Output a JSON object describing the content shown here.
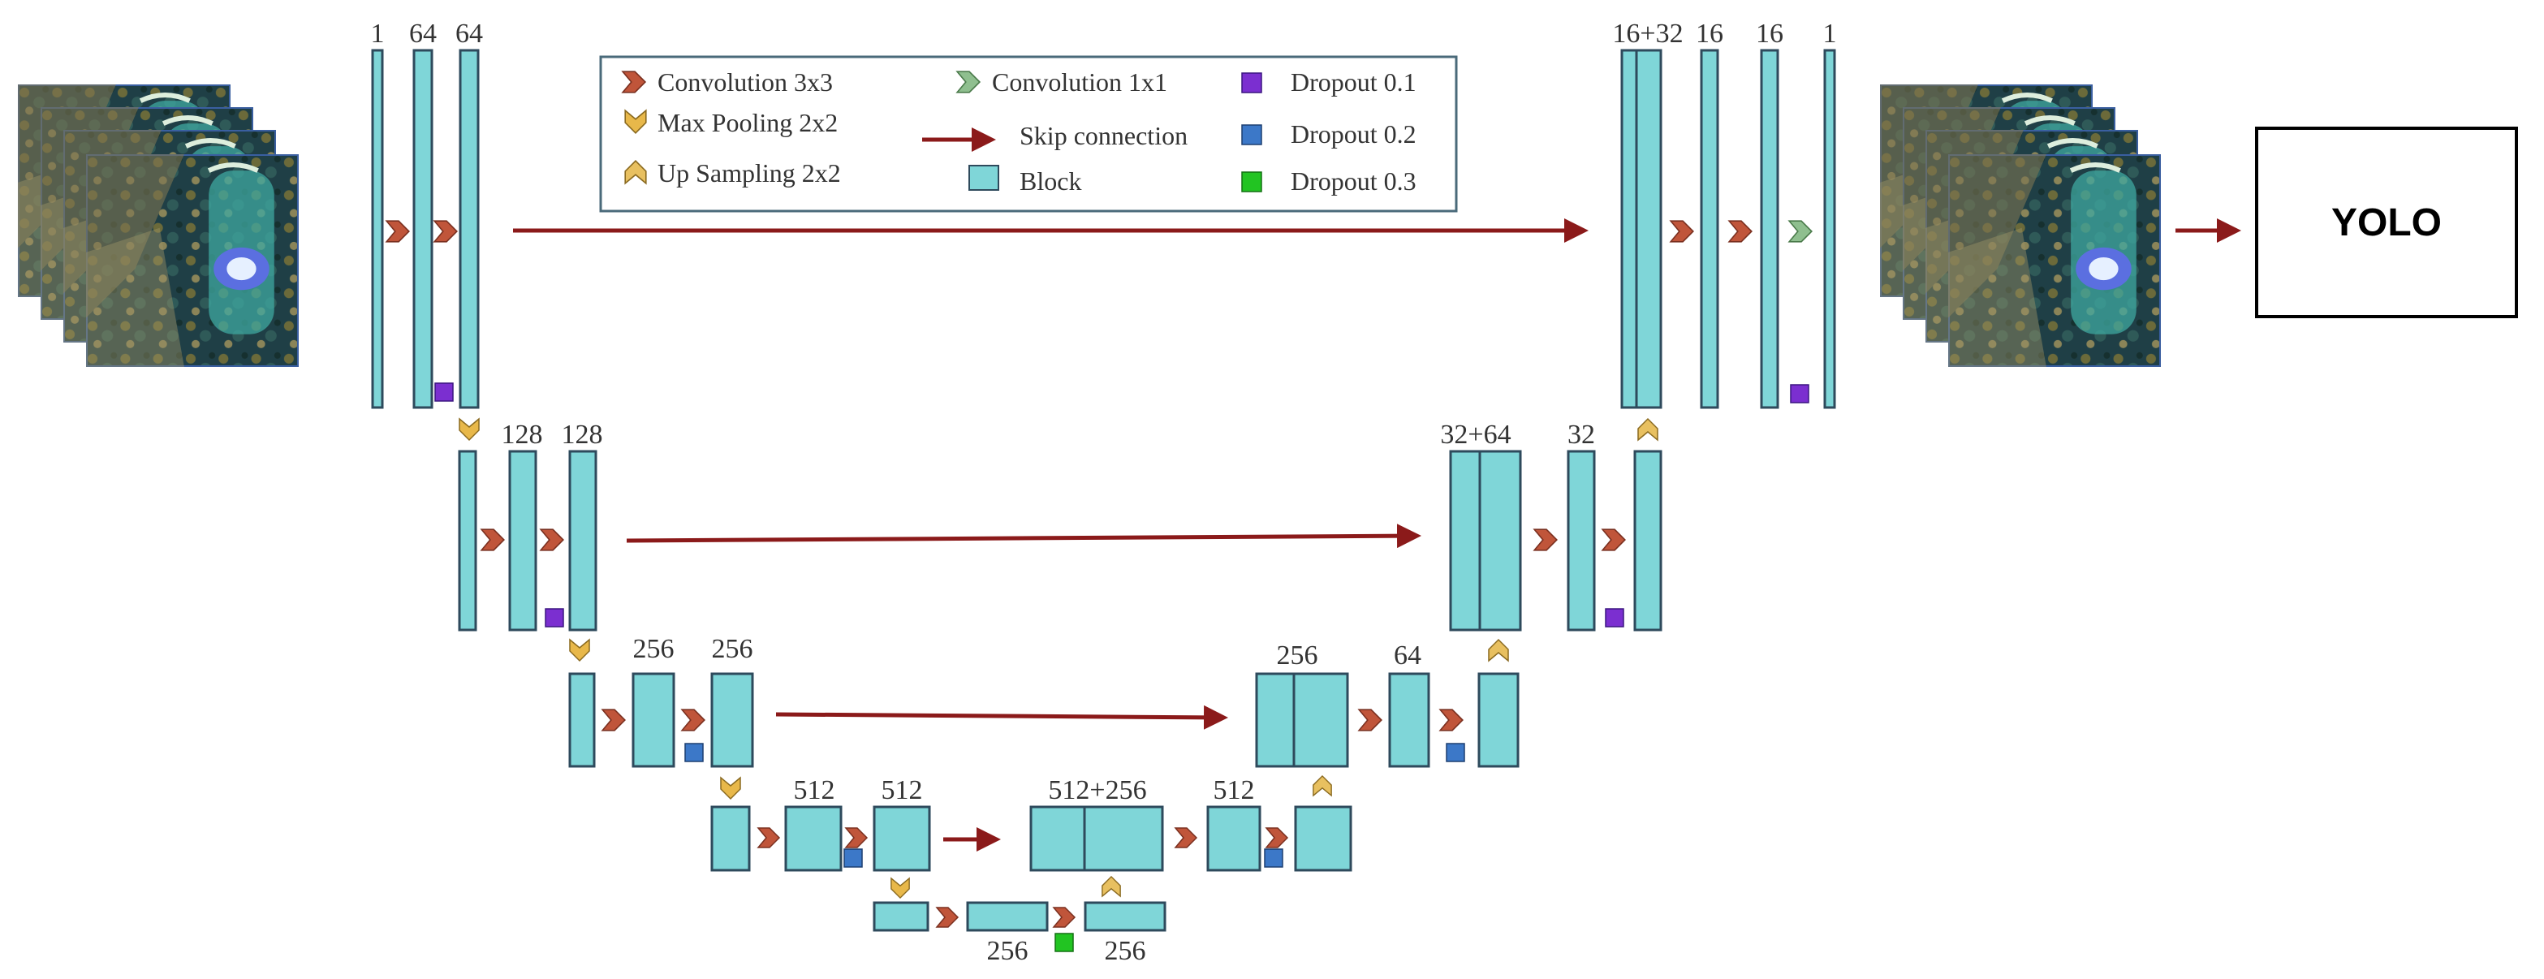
{
  "legend": {
    "conv3": "Convolution 3x3",
    "conv1": "Convolution 1x1",
    "dropout1": "Dropout 0.1",
    "maxpool": "Max Pooling 2x2",
    "skip": "Skip connection",
    "dropout2": "Dropout 0.2",
    "upsample": "Up Sampling 2x2",
    "block": "Block",
    "dropout3": "Dropout 0.3"
  },
  "labels": {
    "enc1_a": "1",
    "enc1_b": "64",
    "enc1_c": "64",
    "enc2_b": "128",
    "enc2_c": "128",
    "enc3_b": "256",
    "enc3_c": "256",
    "enc4_b": "512",
    "enc4_c": "512",
    "bot_a": "256",
    "bot_b": "256",
    "dec4_a": "512+256",
    "dec4_b": "512",
    "dec3_a": "256",
    "dec3_b": "64",
    "dec2_a": "32+64",
    "dec2_b": "32",
    "dec1_a": "16+32",
    "dec1_b": "16",
    "dec1_c": "16",
    "dec1_d": "1"
  },
  "output_box": "YOLO",
  "colors": {
    "block_fill": "#7fd6d8",
    "block_stroke": "#2e4a5c",
    "conv3": "#c0553a",
    "conv1": "#8fbf8f",
    "maxpool": "#e8b84a",
    "upsample": "#e8c060",
    "skip": "#8b1a1a",
    "dropout1": "#7b2fd0",
    "dropout2": "#3c78c8",
    "dropout3": "#22c422"
  }
}
